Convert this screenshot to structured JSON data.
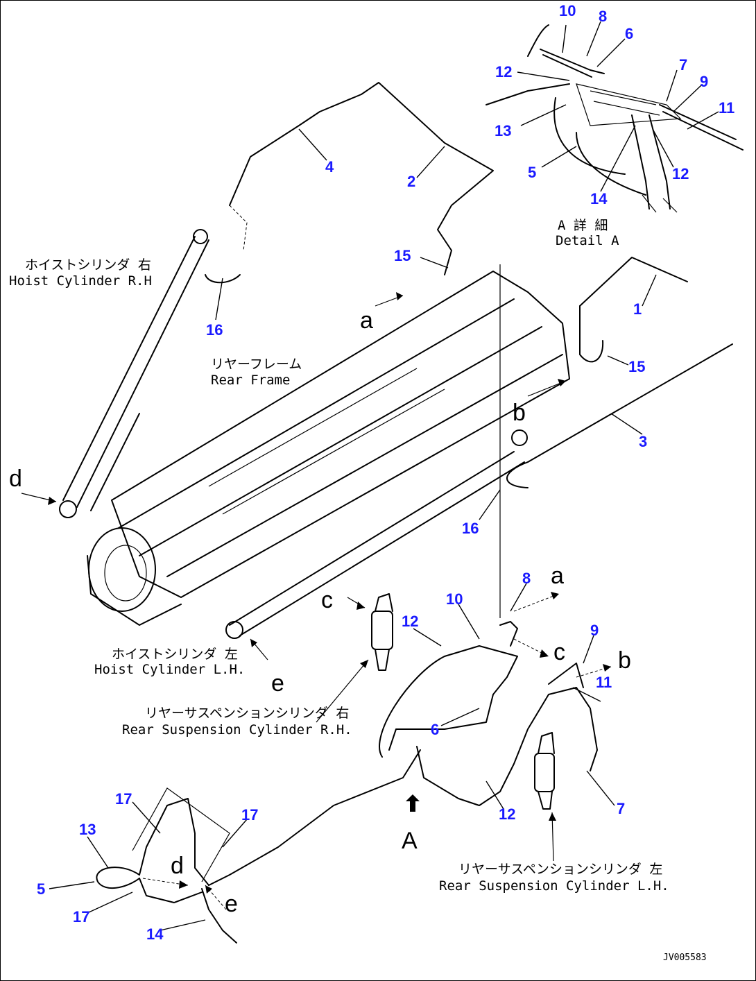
{
  "colors": {
    "callout_number": "#1a1aff",
    "line": "#000000"
  },
  "callouts": {
    "n1": "1",
    "n2": "2",
    "n3": "3",
    "n4": "4",
    "n5a": "5",
    "n5b": "5",
    "n6a": "6",
    "n6b": "6",
    "n7a": "7",
    "n7b": "7",
    "n8a": "8",
    "n8b": "8",
    "n9a": "9",
    "n9b": "9",
    "n10a": "10",
    "n10b": "10",
    "n11a": "11",
    "n11b": "11",
    "n12a": "12",
    "n12b": "12",
    "n12c": "12",
    "n12d": "12",
    "n13a": "13",
    "n13b": "13",
    "n14a": "14",
    "n14b": "14",
    "n15a": "15",
    "n15b": "15",
    "n16a": "16",
    "n16b": "16",
    "n17a": "17",
    "n17b": "17",
    "n17c": "17"
  },
  "view_letters": {
    "a_top": "a",
    "a_right": "a",
    "b_top": "b",
    "b_right": "b",
    "c_left": "c",
    "c_right": "c",
    "d_left": "d",
    "d_bottom": "d",
    "e_top": "e",
    "e_bottom": "e",
    "A_arrow": "A"
  },
  "labels": {
    "detail_jp": "A 詳 細",
    "detail_en": "Detail A",
    "hoist_rh_jp": "ホイストシリンダ 右",
    "hoist_rh_en": "Hoist Cylinder R.H",
    "rear_frame_jp": "リヤーフレーム",
    "rear_frame_en": "Rear Frame",
    "hoist_lh_jp": "ホイストシリンダ 左",
    "hoist_lh_en": "Hoist Cylinder L.H.",
    "susp_rh_jp": "リヤーサスペンションシリンダ 右",
    "susp_rh_en": "Rear Suspension Cylinder R.H.",
    "susp_lh_jp": "リヤーサスペンションシリンダ 左",
    "susp_lh_en": "Rear Suspension Cylinder L.H."
  },
  "drawing_code": "JV005583"
}
